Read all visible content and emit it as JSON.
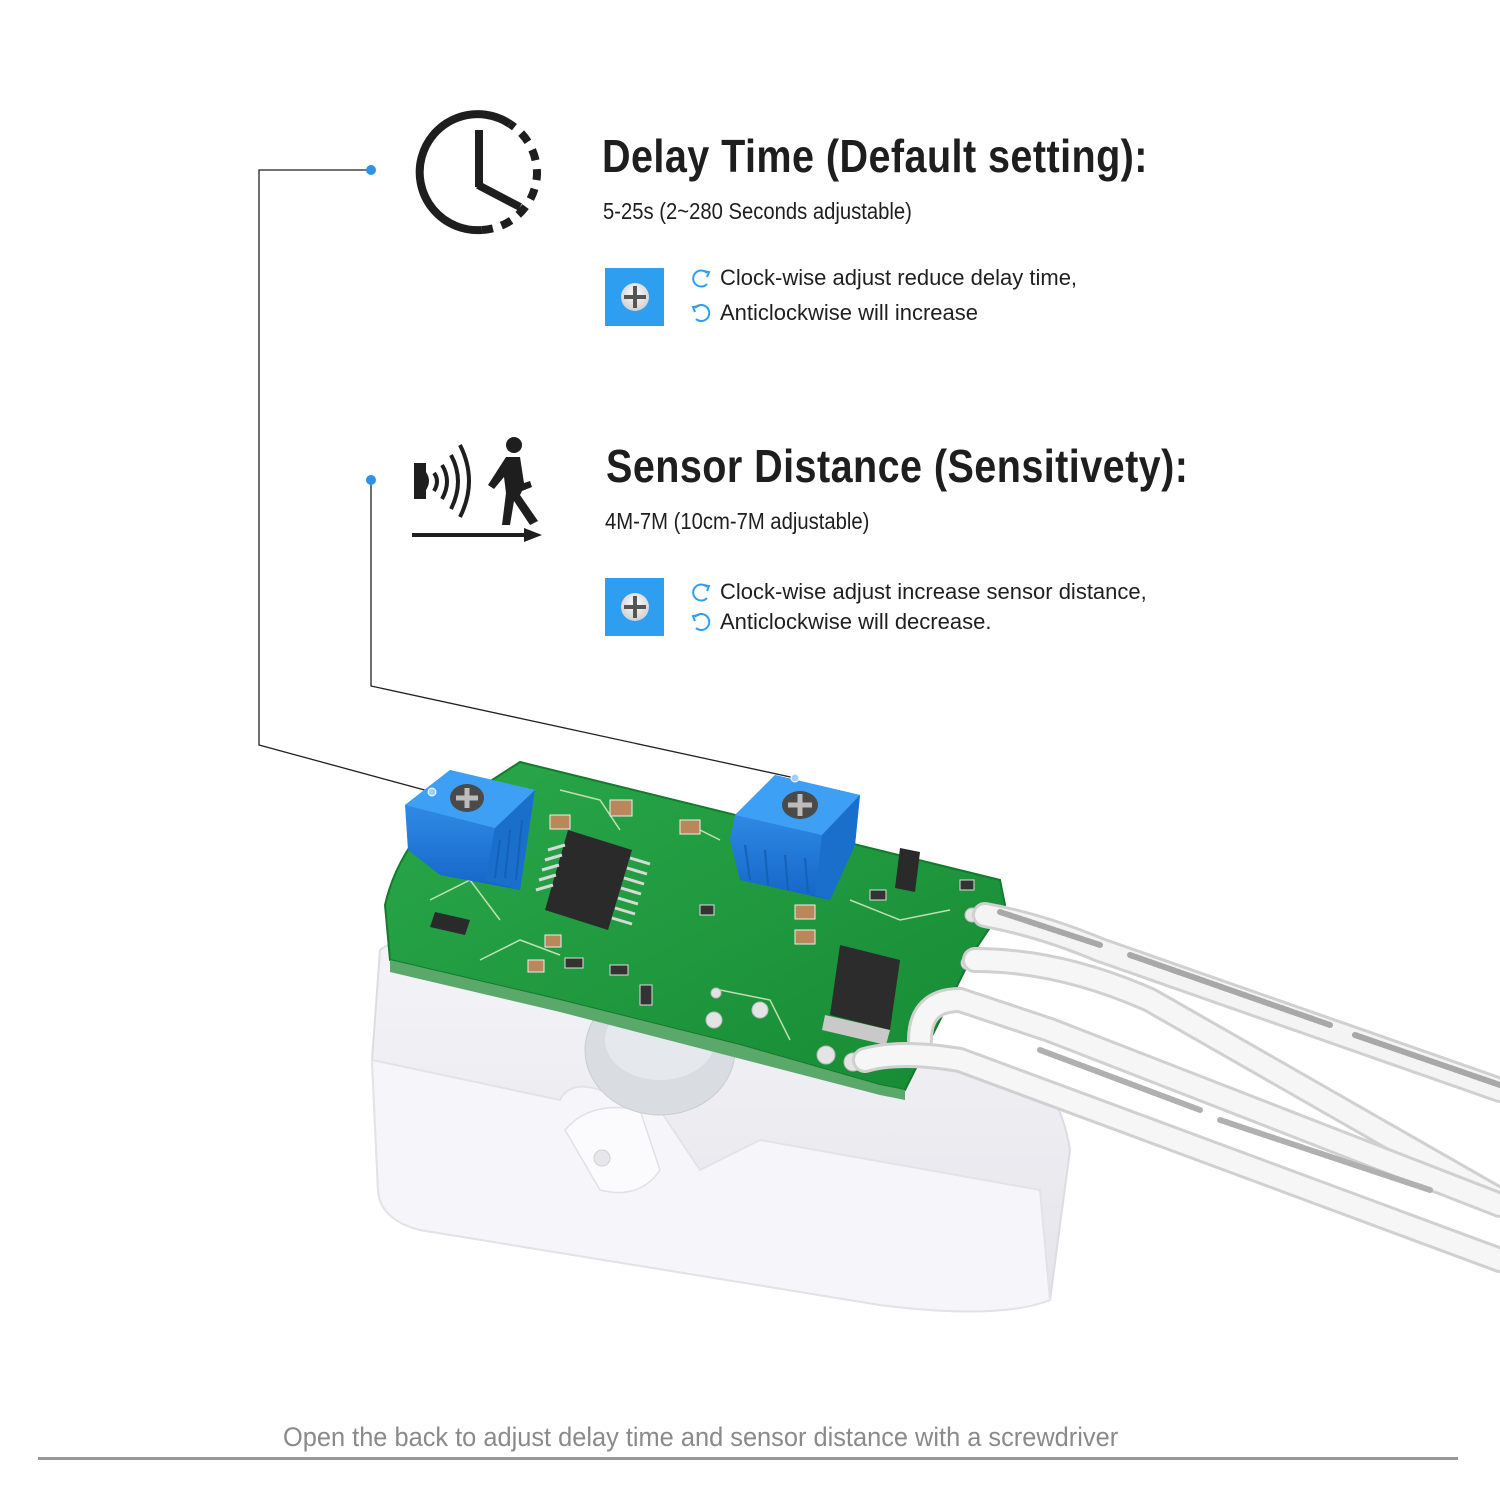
{
  "sections": [
    {
      "icon": "clock-icon",
      "title": "Delay Time (Default setting):",
      "subtitle": "5-25s (2~280 Seconds adjustable)",
      "adjust": {
        "icon": "screw-icon",
        "clockwise": "Clock-wise adjust reduce delay time,",
        "anticlockwise": "Anticlockwise will increase"
      }
    },
    {
      "icon": "motion-sensor-person-icon",
      "title": "Sensor Distance (Sensitivety):",
      "subtitle": "4M-7M (10cm-7M adjustable)",
      "adjust": {
        "icon": "screw-icon",
        "clockwise": "Clock-wise adjust increase sensor distance,",
        "anticlockwise": "Anticlockwise will decrease."
      }
    }
  ],
  "footer": {
    "caption": "Open the back to adjust delay time and sensor distance with a screwdriver"
  },
  "colors": {
    "accent_blue": "#2e9ef1",
    "pcb_green": "#1f9a3c",
    "potentiometer_blue": "#1f7fe0",
    "text_dark": "#1e1e1e",
    "footer_gray": "#8a8a8a"
  }
}
